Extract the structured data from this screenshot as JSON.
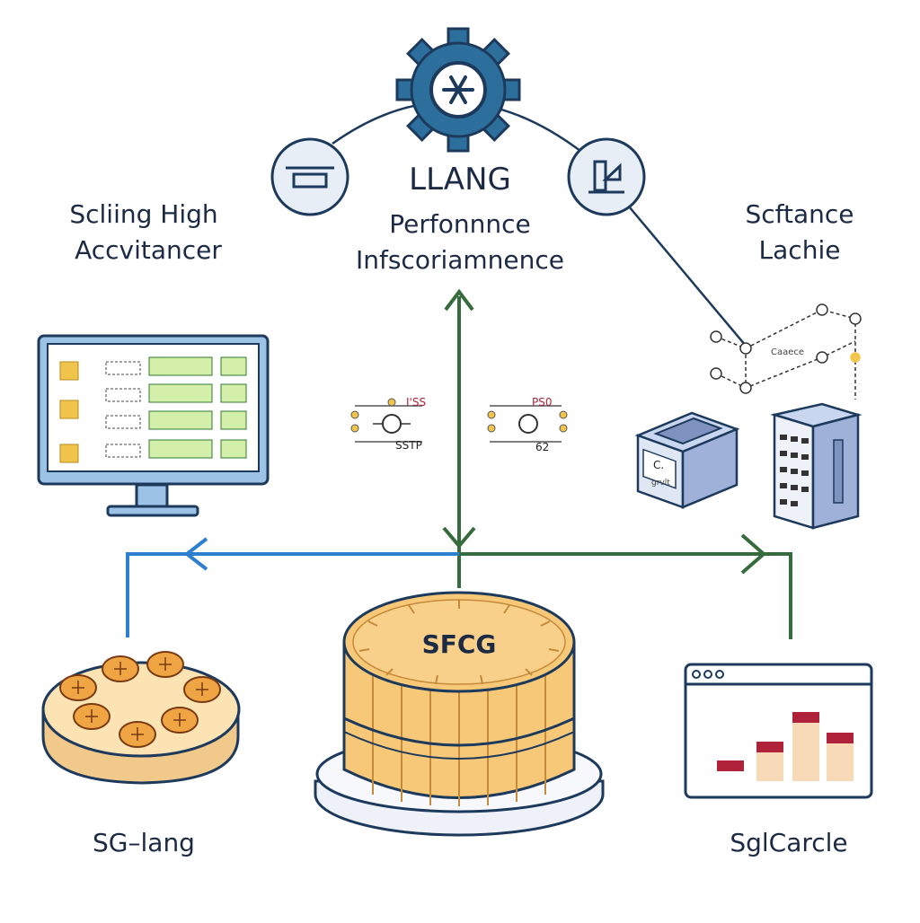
{
  "title": "LLANG",
  "subtitle_line1": "Perfonnnce",
  "subtitle_line2": "Infscoriamnence",
  "left_heading_line1": "Scliing High",
  "left_heading_line2": "Accvitancer",
  "right_heading_line1": "Scftance",
  "right_heading_line2": "Lachie",
  "center_node_label": "SFCG",
  "bottom_left_label": "SG–lang",
  "bottom_right_label": "SglCarcle",
  "diagram_small_text": {
    "left_circuit_top": "I'SS",
    "left_circuit_bottom": "SSTP",
    "right_circuit_top": "PS0",
    "right_circuit_bottom": "62",
    "graph_caption": "Caaece",
    "server_front": "C.",
    "server_front_sub": "grvlt"
  },
  "colors": {
    "navy": "#1d3a5c",
    "blue_line": "#2f7fd0",
    "green_line": "#356b3d",
    "cheese": "#f6c878",
    "cheese_dark": "#c58a3a",
    "gear_blue": "#2d6f9c",
    "bar_red": "#b0223a",
    "bar_beige": "#f8d9b8"
  },
  "icons": [
    "gear-icon",
    "storage-icon",
    "document-icon",
    "monitor-icon",
    "server-icon",
    "cheese-board-icon",
    "cylinder-database-icon",
    "browser-chart-icon",
    "circuit-icon",
    "graph-icon"
  ]
}
